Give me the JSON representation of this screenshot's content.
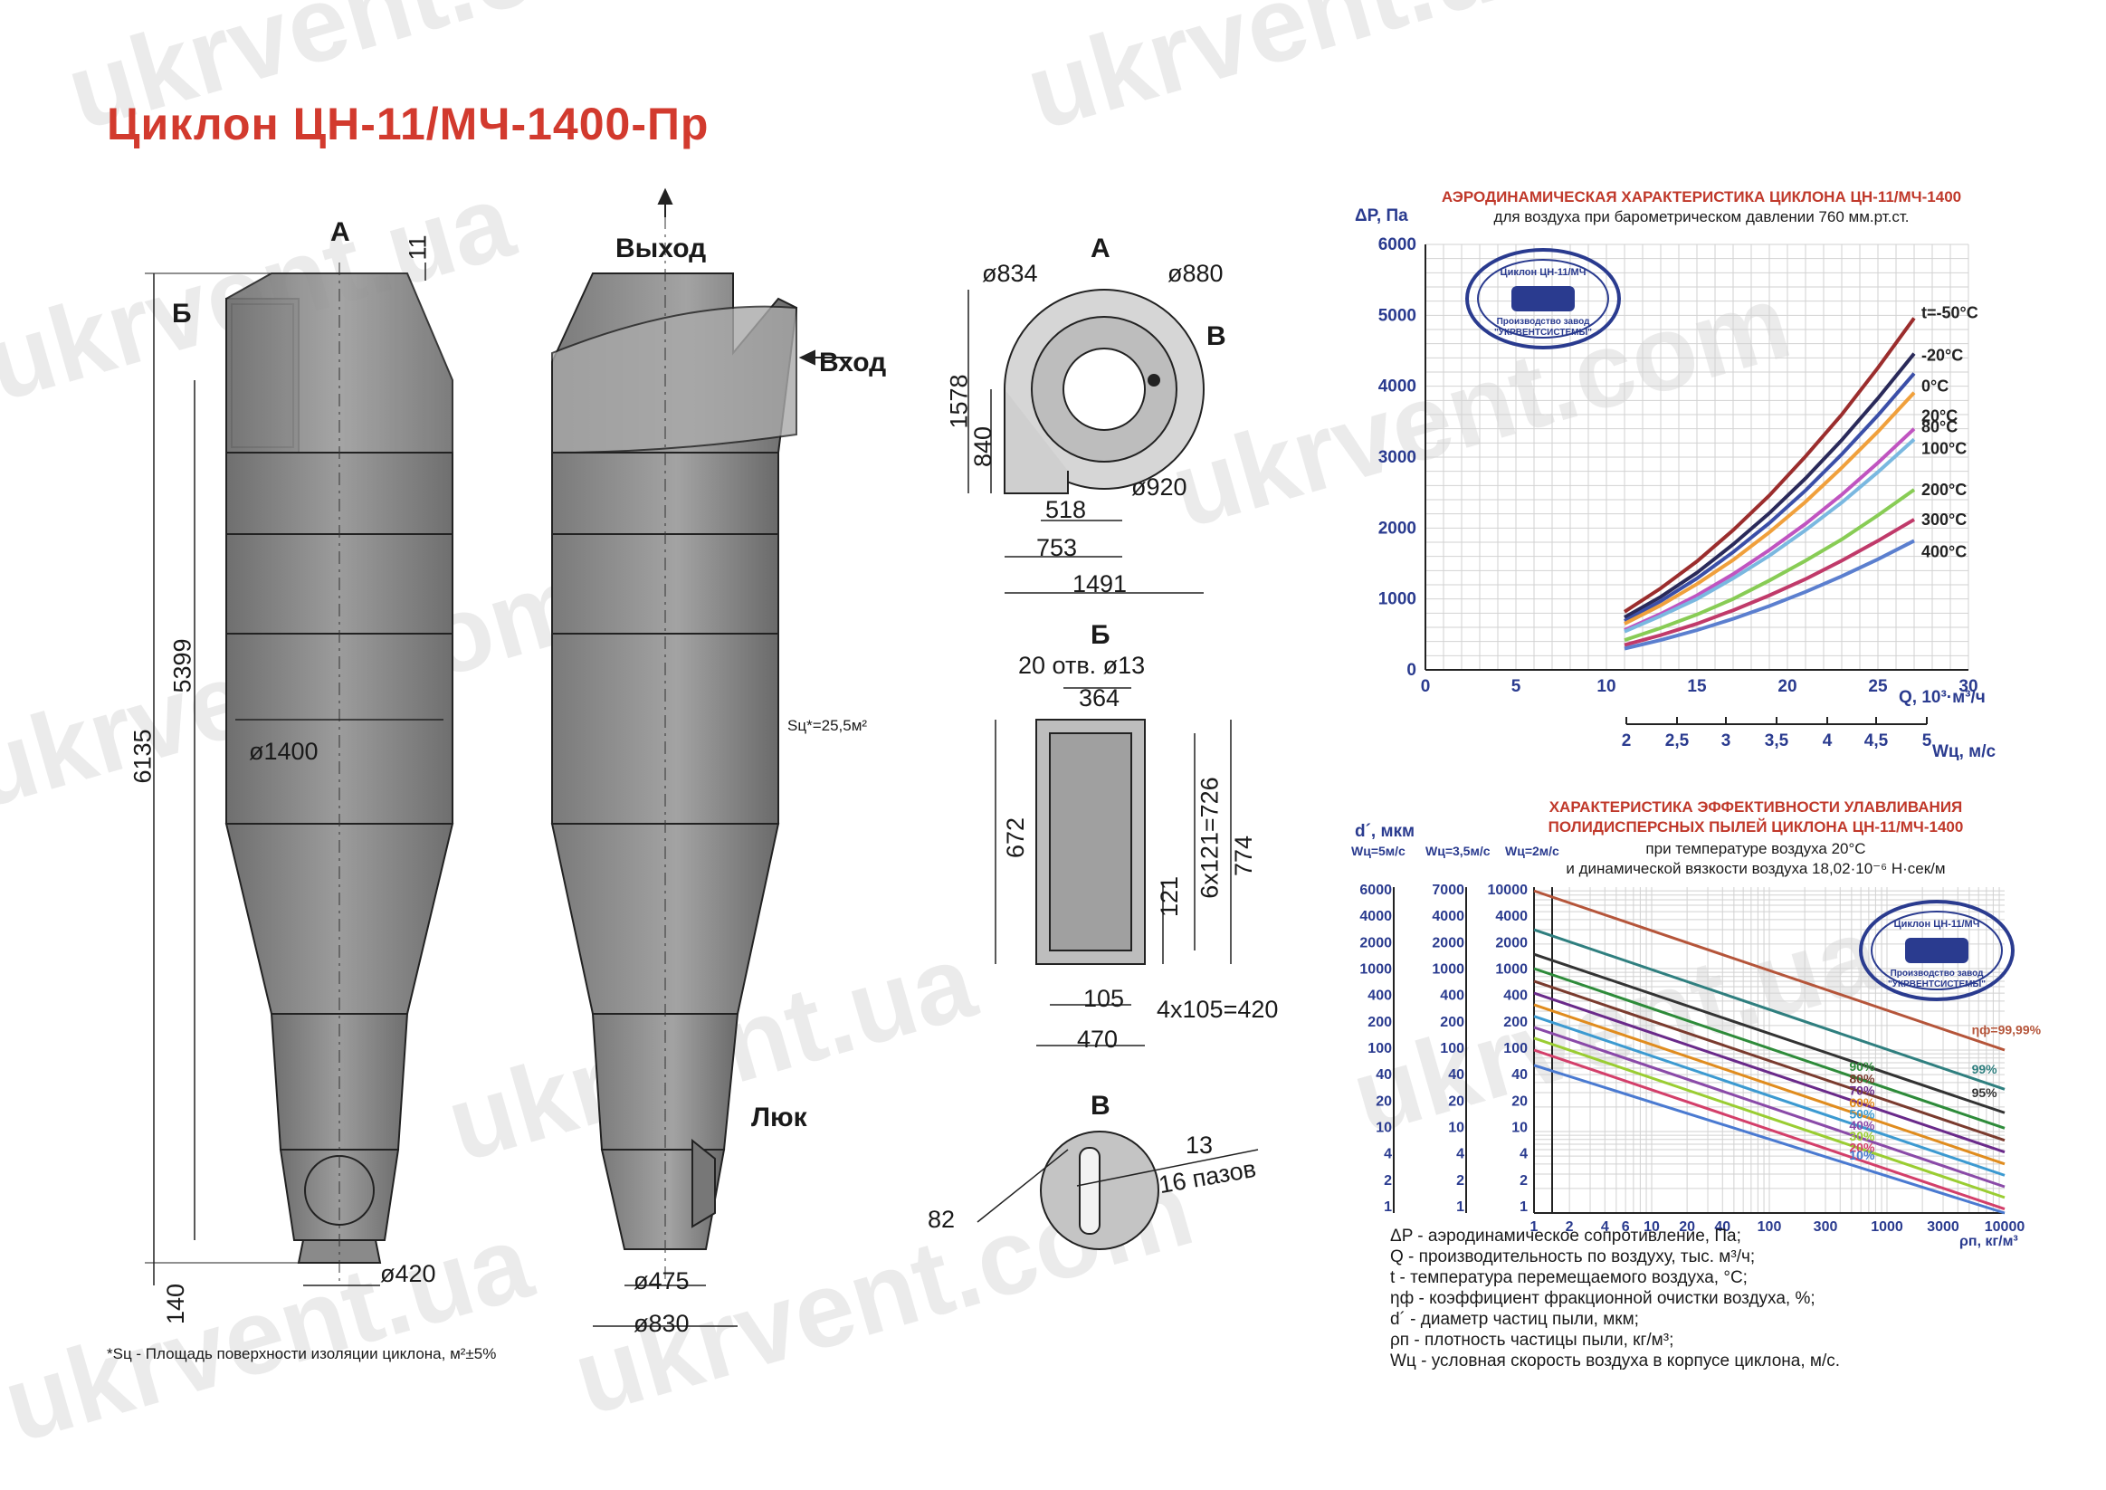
{
  "title": "Циклон ЦН-11/МЧ-1400-Пр",
  "watermark_text": [
    "ukrvent.com",
    "ukrvent.ua",
    "www.ukrvent.com"
  ],
  "drawing": {
    "view_labels": [
      "А",
      "Б",
      "В"
    ],
    "outlet_label": "Выход",
    "inlet_label": "Вход",
    "hatch_label": "Люк",
    "surface_label": "Sц*=25,5м²",
    "dimensions_front": [
      "11",
      "6135",
      "5399",
      "140",
      "ø1400",
      "ø420"
    ],
    "dimensions_side": [
      "ø475",
      "ø830"
    ],
    "dimensions_view_a": [
      "ø834",
      "ø880",
      "1578",
      "840",
      "518",
      "753",
      "1491",
      "ø920"
    ],
    "dimensions_view_b": [
      "20 отв. ø13",
      "364",
      "672",
      "121",
      "6x121=726",
      "774",
      "105",
      "4x105=420",
      "470"
    ],
    "dimensions_view_c": [
      "13",
      "16 пазов",
      "82"
    ],
    "footnote": "*Sц - Площадь поверхности изоляции циклона, м²±5%"
  },
  "stamp": {
    "lines": [
      "Циклон ЦН-11/МЧ",
      "Производство завод",
      "\"УКРВЕНТСИСТЕМЫ\""
    ]
  },
  "colors": {
    "title": "#d23a2e",
    "chart_title": "#c0392b",
    "axis_label": "#2a3b8f",
    "grid": "#c9c9c9",
    "body_gray": "#8e8e8e"
  },
  "chart_data": [
    {
      "type": "line",
      "title": "АЭРОДИНАМИЧЕСКАЯ ХАРАКТЕРИСТИКА ЦИКЛОНА ЦН-11/МЧ-1400",
      "subtitle": "для воздуха при барометрическом давлении 760 мм.рт.ст.",
      "ylabel": "ΔP, Па",
      "xlabel": "Q, 10³·м³/ч",
      "x2label": "Wц, м/с",
      "xlim": [
        0,
        30
      ],
      "ylim": [
        0,
        6000
      ],
      "xticks": [
        0,
        5,
        10,
        15,
        20,
        25,
        30
      ],
      "yticks": [
        0,
        1000,
        2000,
        3000,
        4000,
        5000,
        6000
      ],
      "x2ticks": [
        {
          "label": "2",
          "q": 11.1
        },
        {
          "label": "2,5",
          "q": 13.9
        },
        {
          "label": "3",
          "q": 16.6
        },
        {
          "label": "3,5",
          "q": 19.4
        },
        {
          "label": "4",
          "q": 22.2
        },
        {
          "label": "4,5",
          "q": 24.9
        },
        {
          "label": "5",
          "q": 27.7
        }
      ],
      "grid": true,
      "x": [
        11,
        13,
        15,
        17,
        19,
        21,
        23,
        25,
        27
      ],
      "series": [
        {
          "name": "t=-50°С",
          "color": "#9b2d2d",
          "values": [
            820,
            1150,
            1530,
            1970,
            2460,
            3010,
            3600,
            4260,
            4960
          ]
        },
        {
          "name": "-20°С",
          "color": "#2a2a5a",
          "values": [
            740,
            1030,
            1370,
            1770,
            2210,
            2700,
            3240,
            3830,
            4460
          ]
        },
        {
          "name": "0°С",
          "color": "#3b4fa8",
          "values": [
            690,
            970,
            1290,
            1660,
            2070,
            2530,
            3040,
            3590,
            4180
          ]
        },
        {
          "name": "20°С",
          "color": "#f0a03c",
          "values": [
            650,
            910,
            1210,
            1550,
            1940,
            2370,
            2850,
            3360,
            3910
          ]
        },
        {
          "name": "80°С",
          "color": "#c054c0",
          "values": [
            560,
            790,
            1050,
            1350,
            1690,
            2060,
            2470,
            2920,
            3400
          ]
        },
        {
          "name": "100°С",
          "color": "#7ab8e0",
          "values": [
            540,
            760,
            1000,
            1290,
            1610,
            1970,
            2360,
            2790,
            3250
          ]
        },
        {
          "name": "200°С",
          "color": "#88cc55",
          "values": [
            420,
            590,
            780,
            1000,
            1260,
            1540,
            1840,
            2180,
            2540
          ]
        },
        {
          "name": "300°С",
          "color": "#c03a6a",
          "values": [
            350,
            490,
            650,
            840,
            1050,
            1280,
            1540,
            1820,
            2120
          ]
        },
        {
          "name": "400°С",
          "color": "#5b7fcf",
          "values": [
            300,
            420,
            560,
            720,
            900,
            1100,
            1320,
            1560,
            1820
          ]
        }
      ]
    },
    {
      "type": "line",
      "title": "ХАРАКТЕРИСТИКА ЭФФЕКТИВНОСТИ УЛАВЛИВАНИЯ",
      "title2": "ПОЛИДИСПЕРСНЫХ ПЫЛЕЙ ЦИКЛОНА ЦН-11/МЧ-1400",
      "subtitle": "при температуре воздуха 20°С",
      "subtitle2": "и динамической вязкости воздуха  18,02·10⁻⁶ Н·сек/м",
      "ylabel": "d´, мкм",
      "y_scales": [
        "Wц=5м/с",
        "Wц=3,5м/с",
        "Wц=2м/с"
      ],
      "y_ticks_left": [
        "6000",
        "4000",
        "2000",
        "1000",
        "400",
        "200",
        "100",
        "40",
        "20",
        "10",
        "4",
        "2",
        "1"
      ],
      "y_ticks_mid": [
        "7000",
        "4000",
        "2000",
        "1000",
        "400",
        "200",
        "100",
        "40",
        "20",
        "10",
        "4",
        "2",
        "1"
      ],
      "y_ticks_right": [
        "10000",
        "4000",
        "2000",
        "1000",
        "400",
        "200",
        "100",
        "40",
        "20",
        "10",
        "4",
        "2",
        "1"
      ],
      "xlabel": "ρп, кг/м³",
      "xscale": "log",
      "xlim": [
        1,
        10000
      ],
      "ylim": [
        1,
        10000
      ],
      "yscale": "log",
      "xtick_labels": [
        "1",
        "2",
        "4",
        "6",
        "10",
        "20",
        "40",
        "100",
        "300",
        "1000",
        "3000",
        "10000"
      ],
      "xtick_values": [
        1,
        2,
        4,
        6,
        10,
        20,
        40,
        100,
        300,
        1000,
        3000,
        10000
      ],
      "grid": true,
      "series": [
        {
          "name": "ηф=99,99%",
          "color": "#b5553a",
          "start": 9000,
          "end": 100
        },
        {
          "name": "99%",
          "color": "#2f7f7f",
          "start": 3000,
          "end": 33
        },
        {
          "name": "95%",
          "color": "#333333",
          "start": 1500,
          "end": 17
        },
        {
          "name": "90%",
          "color": "#2e8b3a",
          "start": 1000,
          "end": 11
        },
        {
          "name": "80%",
          "color": "#7a3b2e",
          "start": 700,
          "end": 7.8
        },
        {
          "name": "70%",
          "color": "#6a2a8a",
          "start": 500,
          "end": 5.6
        },
        {
          "name": "60%",
          "color": "#e08c1e",
          "start": 360,
          "end": 4.0
        },
        {
          "name": "50%",
          "color": "#3c9ad1",
          "start": 260,
          "end": 2.9
        },
        {
          "name": "40%",
          "color": "#8a4aa8",
          "start": 190,
          "end": 2.1
        },
        {
          "name": "30%",
          "color": "#9acd32",
          "start": 140,
          "end": 1.55
        },
        {
          "name": "20%",
          "color": "#d33f6a",
          "start": 100,
          "end": 1.12
        },
        {
          "name": "10%",
          "color": "#4a7ad1",
          "start": 65,
          "end": 0.75
        }
      ]
    }
  ],
  "legend": [
    "ΔP - аэродинамическое сопротивление, Па;",
    "Q - производительность по воздуху, тыс. м³/ч;",
    "t - температура перемещаемого воздуха, °С;",
    "ηф - коэффициент фракционной очистки воздуха, %;",
    "d´ - диаметр частиц пыли, мкм;",
    "ρп - плотность частицы пыли, кг/м³;",
    "Wц - условная скорость воздуха в корпусе циклона, м/с."
  ]
}
